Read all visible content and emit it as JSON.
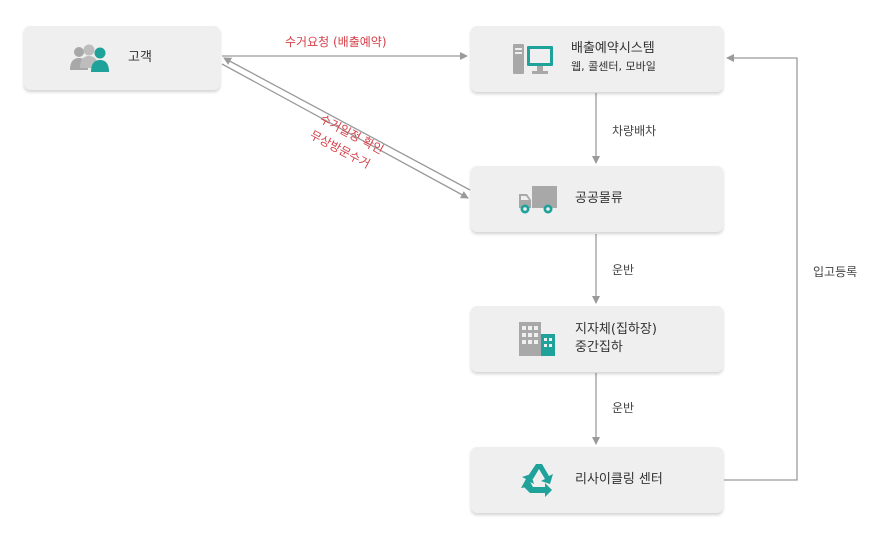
{
  "nodes": {
    "customer": {
      "label": "고객",
      "icon": "users-icon"
    },
    "booking_system": {
      "label": "배출예약시스템",
      "sublabel": "웹, 콜센터, 모바일",
      "icon": "computer-icon"
    },
    "public_logistics": {
      "label": "공공물류",
      "icon": "truck-icon"
    },
    "municipality": {
      "label_line1": "지자체(집하장)",
      "label_line2": "중간집하",
      "icon": "building-icon"
    },
    "recycling_center": {
      "label": "리사이클링 센터",
      "icon": "recycle-icon"
    }
  },
  "edges": {
    "pickup_request": "수거요청 (배출예약)",
    "pickup_schedule_confirm": "수거일정 확인",
    "free_visit_pickup": "무상방문수거",
    "vehicle_dispatch": "차량배차",
    "transport_1": "운반",
    "transport_2": "운반",
    "warehouse_register": "입고등록"
  },
  "colors": {
    "accent_teal": "#1ea29a",
    "icon_gray": "#9b9b9b",
    "arrow_gray": "#9a9a9a",
    "label_red": "#d6404a",
    "box_bg": "#efefef"
  }
}
